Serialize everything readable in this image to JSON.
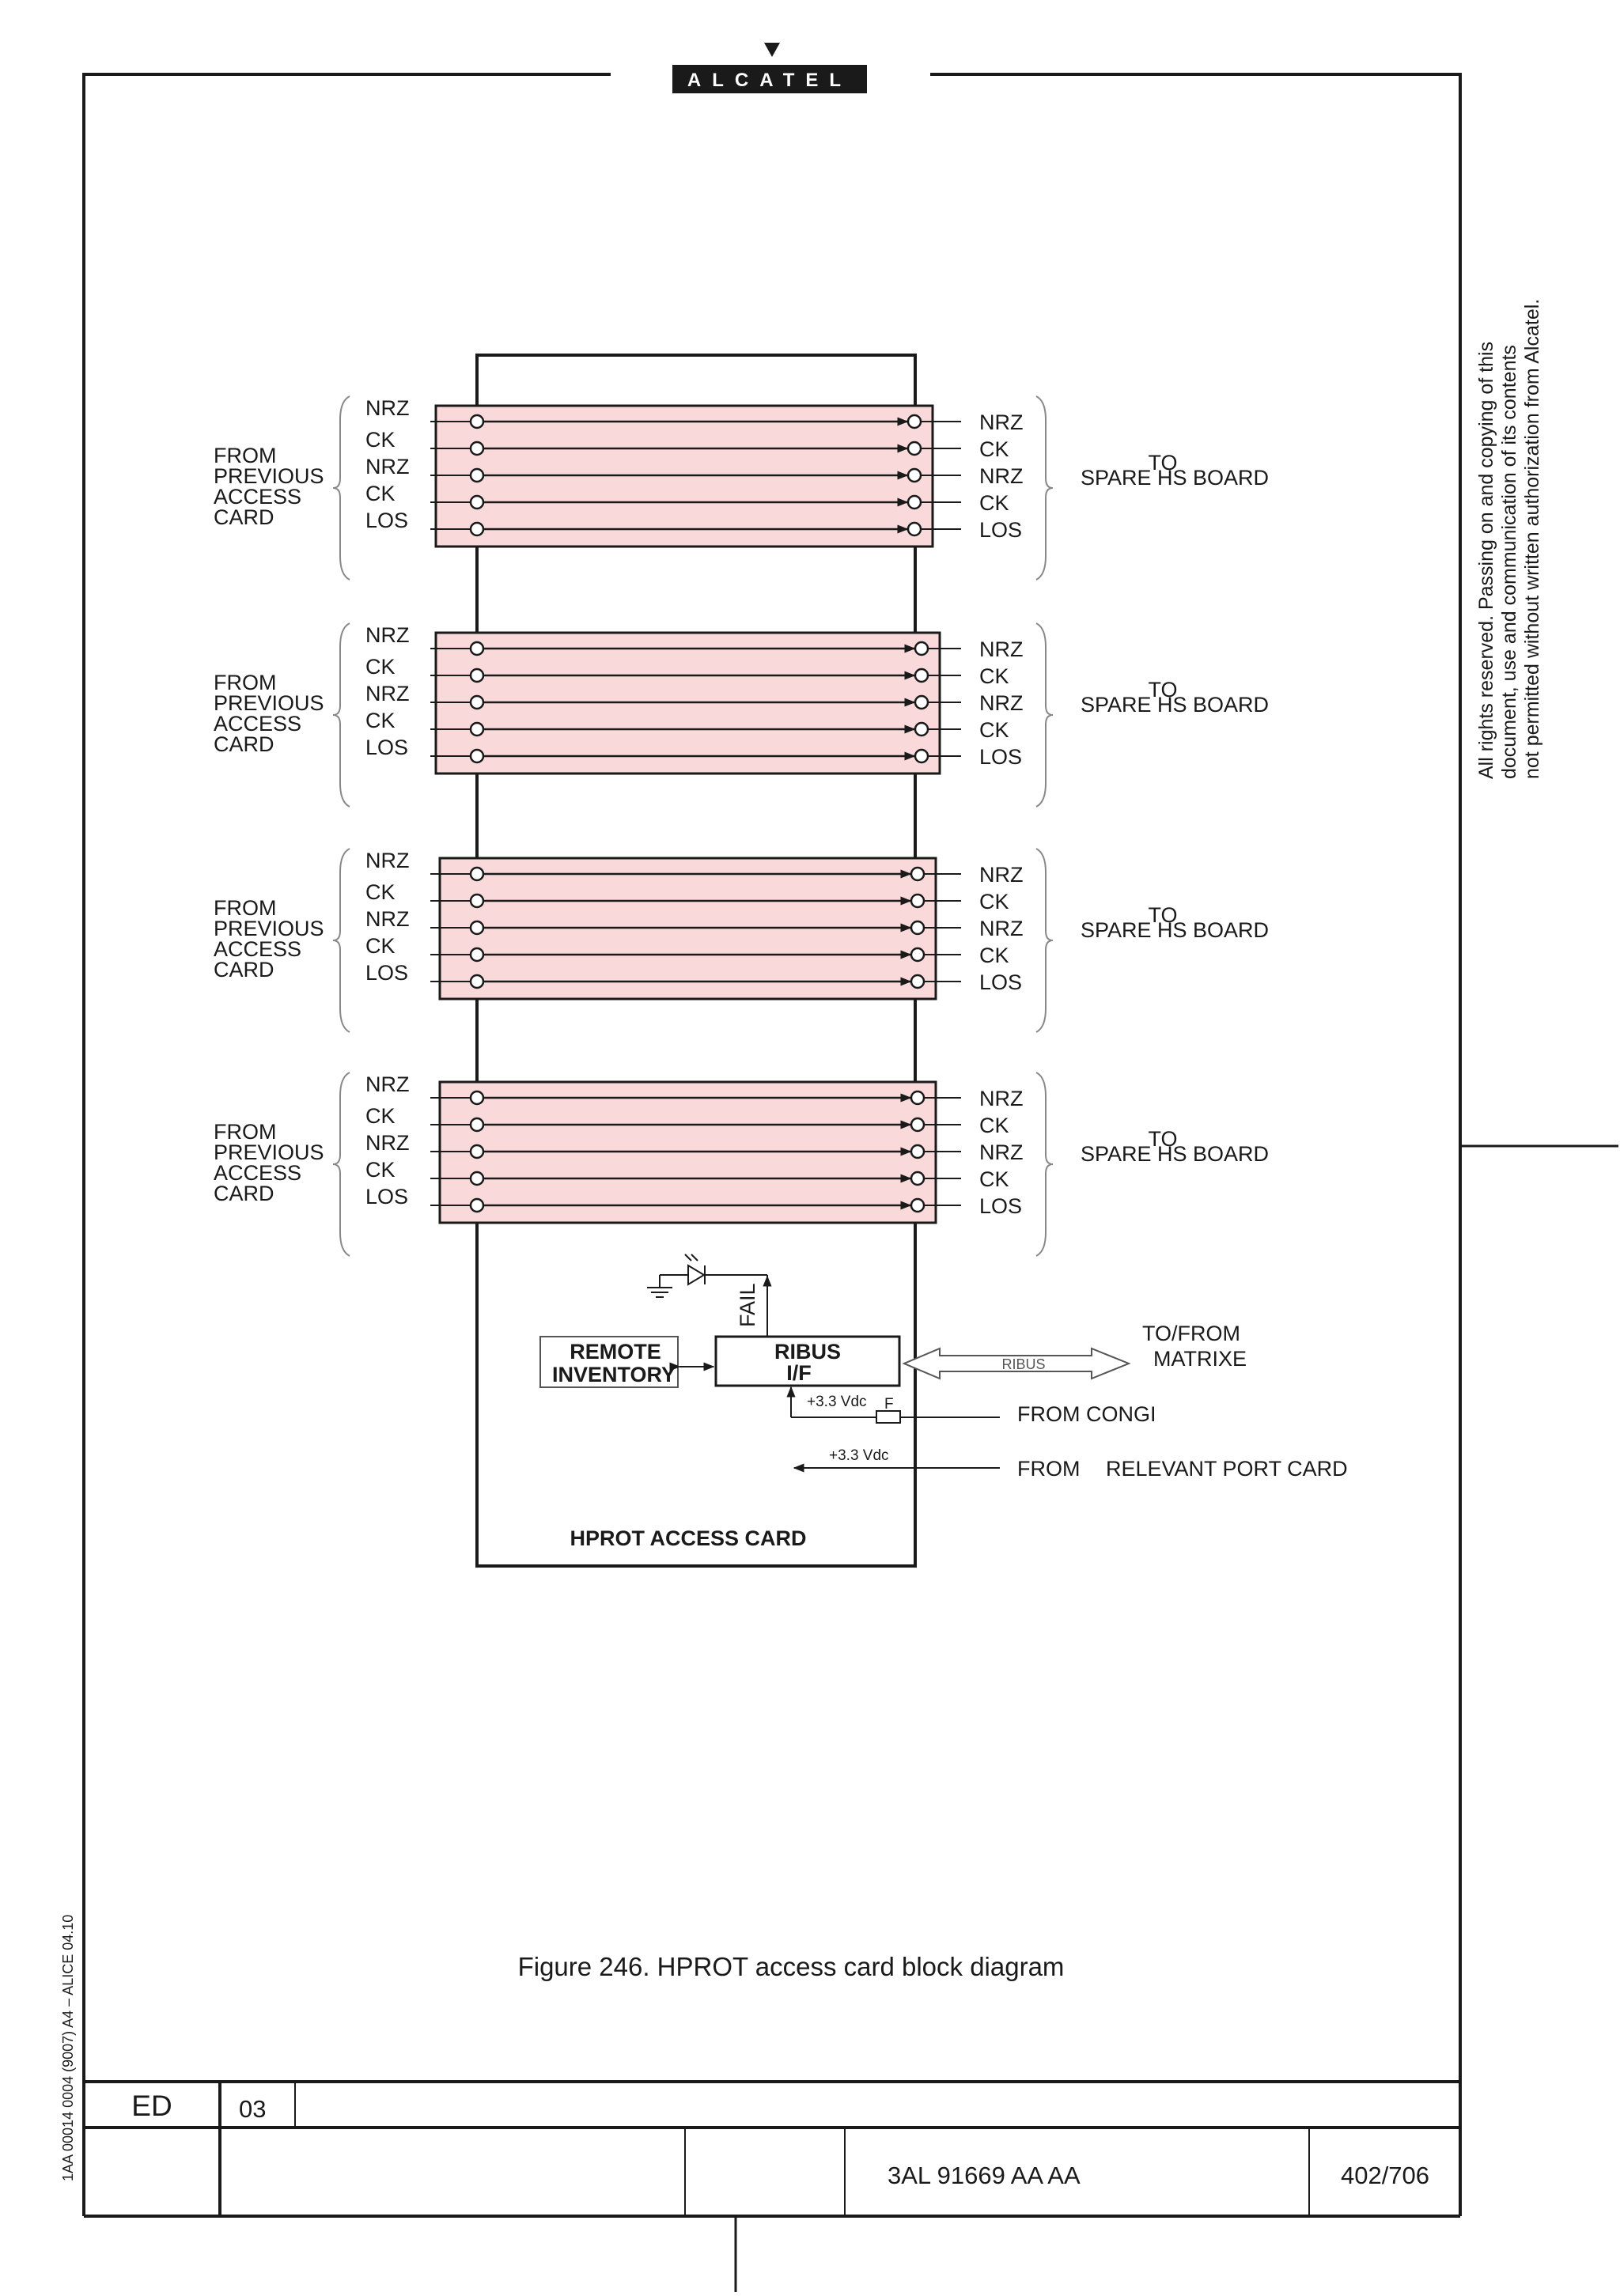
{
  "header": {
    "logo_text": "ALCATEL"
  },
  "rights_notice": [
    "All rights reserved. Passing on and copying of this",
    "document, use and communication of its contents",
    "not permitted without written authorization from Alcatel."
  ],
  "side_code": "1AA 00014 0004 (9007) A4 – ALICE 04.10",
  "blocks": [
    {
      "from_label": [
        "FROM",
        "PREVIOUS",
        "ACCESS",
        "CARD"
      ],
      "inputs": [
        "NRZ",
        "CK",
        "NRZ",
        "CK",
        "LOS"
      ],
      "outputs": [
        "NRZ",
        "CK",
        "NRZ",
        "CK",
        "LOS"
      ],
      "to_label": [
        "TO",
        "SPARE HS BOARD"
      ]
    },
    {
      "from_label": [
        "FROM",
        "PREVIOUS",
        "ACCESS",
        "CARD"
      ],
      "inputs": [
        "NRZ",
        "CK",
        "NRZ",
        "CK",
        "LOS"
      ],
      "outputs": [
        "NRZ",
        "CK",
        "NRZ",
        "CK",
        "LOS"
      ],
      "to_label": [
        "TO",
        "SPARE HS BOARD"
      ]
    },
    {
      "from_label": [
        "FROM",
        "PREVIOUS",
        "ACCESS",
        "CARD"
      ],
      "inputs": [
        "NRZ",
        "CK",
        "NRZ",
        "CK",
        "LOS"
      ],
      "outputs": [
        "NRZ",
        "CK",
        "NRZ",
        "CK",
        "LOS"
      ],
      "to_label": [
        "TO",
        "SPARE HS BOARD"
      ]
    },
    {
      "from_label": [
        "FROM",
        "PREVIOUS",
        "ACCESS",
        "CARD"
      ],
      "inputs": [
        "NRZ",
        "CK",
        "NRZ",
        "CK",
        "LOS"
      ],
      "outputs": [
        "NRZ",
        "CK",
        "NRZ",
        "CK",
        "LOS"
      ],
      "to_label": [
        "TO",
        "SPARE HS BOARD"
      ]
    }
  ],
  "lower": {
    "fail": "FAIL",
    "remote_inventory": [
      "REMOTE",
      "INVENTORY"
    ],
    "ribus_if": [
      "RIBUS",
      "I/F"
    ],
    "ribus_bus": "RIBUS",
    "to_from": [
      "TO/FROM",
      "MATRIXE"
    ],
    "vdc_congi": "+3.3 Vdc",
    "fuse": "F",
    "from_congi": "FROM CONGI",
    "vdc_port": "+3.3 Vdc",
    "from_word": "FROM",
    "relevant_port": "RELEVANT PORT CARD",
    "card_title": "HPROT ACCESS CARD"
  },
  "caption": "Figure 246. HPROT access card block diagram",
  "title_block": {
    "ed_label": "ED",
    "ed_value": "03",
    "doc_number": "3AL 91669 AA  AA",
    "page": "402/706"
  },
  "colors": {
    "band_fill": "#f9d9d9",
    "line": "#1a1a1a"
  }
}
